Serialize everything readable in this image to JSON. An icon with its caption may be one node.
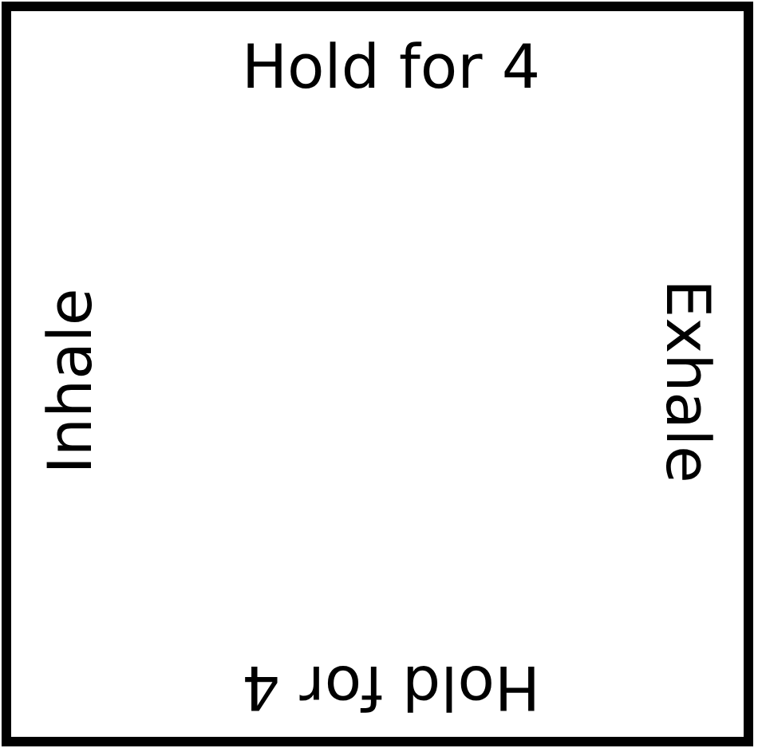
{
  "diagram": {
    "nodes": [
      {
        "text": [
          "Hold for 4",
          "Inhale",
          "Exhale",
          "Hold for 4"
        ]
      }
    ]
  }
}
